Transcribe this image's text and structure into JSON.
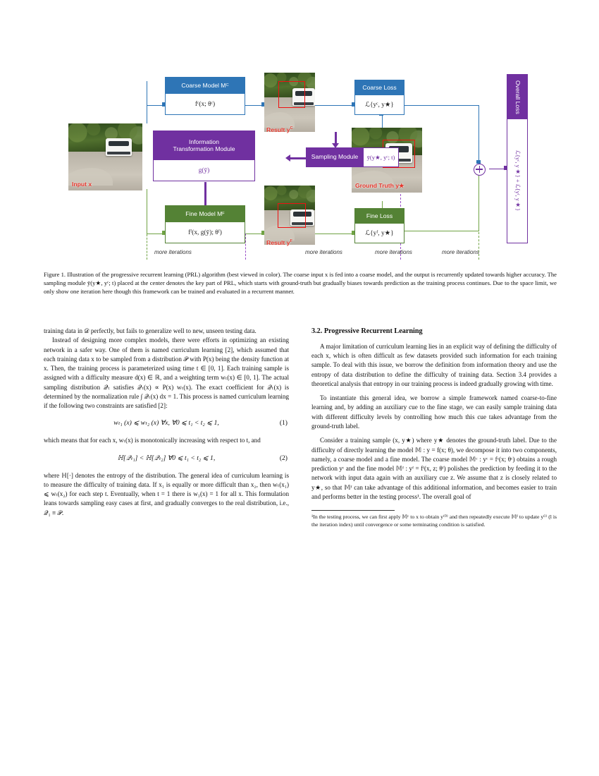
{
  "figure": {
    "boxes": {
      "coarse_model": {
        "header": "Coarse Model M",
        "header_sup": "C",
        "body": "fᶜ(x; θᶜ)",
        "color": "#2e75b6"
      },
      "fine_model": {
        "header": "Fine Model M",
        "header_sup": "F",
        "body": "fᶠ(x, g(ȳ); θᶠ)",
        "color": "#548235"
      },
      "info_transform": {
        "header": "Information\nTransformation Module",
        "body": "g(ȳ)",
        "color": "#7030a0"
      },
      "sampling_module": {
        "header": "Sampling Module",
        "body": "ȳ(y★, yᶜ; t)",
        "color": "#7030a0"
      },
      "coarse_loss": {
        "header": "Coarse Loss",
        "body": "ℒ{yᶜ, y★}",
        "color": "#2e75b6"
      },
      "fine_loss": {
        "header": "Fine Loss",
        "body": "ℒ{yᶠ, y★}",
        "color": "#548235"
      },
      "overall_loss": {
        "header": "Overall Loss",
        "body": "ℒ{yᶜ, y★} + ℒ{yᶠ, y★}",
        "color": "#7030a0"
      }
    },
    "image_labels": {
      "input": "Input x",
      "result_coarse": "Result y",
      "result_coarse_sup": "C",
      "result_fine": "Result y",
      "result_fine_sup": "F",
      "ground_truth": "Ground Truth y★"
    },
    "iteration_labels": [
      "more iterations",
      "more iterations",
      "more iterations",
      "more iterations"
    ],
    "plus_symbol": "⊕"
  },
  "caption": {
    "label": "Figure 1.",
    "text": "Illustration of the progressive recurrent learning (PRL) algorithm (best viewed in color). The coarse input x is fed into a coarse model, and the output is recurrently updated towards higher accuracy. The sampling module ȳ(y★, yᶜ; t) placed at the center denotes the key part of PRL, which starts with ground-truth but gradually biases towards prediction as the training process continues. Due to the space limit, we only show one iteration here though this framework can be trained and evaluated in a recurrent manner."
  },
  "left_column": {
    "para_cont": "training data in 𝒟 perfectly, but fails to generalize well to new, unseen testing data.",
    "para_2": "Instead of designing more complex models, there were efforts in optimizing an existing network in a safer way. One of them is named curriculum learning [2], which assumed that each training data x to be sampled from a distribution 𝒫 with P(x) being the density function at x. Then, the training process is parameterized using time t ∈ [0, 1]. Each training sample is assigned with a difficulty measure d(x) ∈ ℝ, and a weighting term wₜ(x) ∈ [0, 1]. The actual sampling distribution 𝒬ₜ satisfies 𝒬ₜ(x) ∝ P(x) wₜ(x). The exact coefficient for 𝒬ₜ(x) is determined by the normalization rule ∫ 𝒬ₜ(x) dx = 1. This process is named curriculum learning if the following two constraints are satisfied [2]:",
    "equation_1": "wₜ₁ (x) ⩽ wₜ₂ (x)   ∀x, ∀0 ⩽ t₁ < t₂ ⩽ 1,",
    "equation_1_num": "(1)",
    "para_3": "which means that for each x, wₜ(x) is monotonically increasing with respect to t, and",
    "equation_2": "ℍ[𝒬ₜ₁] < ℍ[𝒬ₜ₂]   ∀0 ⩽ t₁ < t₂ ⩽ 1,",
    "equation_2_num": "(2)",
    "para_4": "where ℍ[·] denotes the entropy of the distribution. The general idea of curriculum learning is to measure the difficulty of training data. If x₁ is equally or more difficult than x₂, then wₜ(x₁) ⩽ wₜ(x₂) for each step t. Eventually, when t = 1 there is w₁(x) = 1 for all x. This formulation leans towards sampling easy cases at first, and gradually converges to the real distribution, i.e., 𝒬₁ ≡ 𝒫."
  },
  "right_column": {
    "section_title": "3.2. Progressive Recurrent Learning",
    "para_1": "A major limitation of curriculum learning lies in an explicit way of defining the difficulty of each x, which is often difficult as few datasets provided such information for each training sample. To deal with this issue, we borrow the definition from information theory and use the entropy of data distribution to define the difficulty of training data. Section 3.4 provides a theoretical analysis that entropy in our training process is indeed gradually growing with time.",
    "para_2": "To instantiate this general idea, we borrow a simple framework named coarse-to-fine learning and, by adding an auxiliary cue to the fine stage, we can easily sample training data with different difficulty levels by controlling how much this cue takes advantage from the ground-truth label.",
    "para_3": "Consider a training sample (x, y★) where y★ denotes the ground-truth label. Due to the difficulty of directly learning the model 𝕄 : y = f(x; θ), we decompose it into two components, namely, a coarse model and a fine model. The coarse model 𝕄ᶜ : yᶜ = fᶜ(x; θᶜ) obtains a rough prediction yᶜ and the fine model 𝕄ᶠ : yᶠ = fᶠ(x, z; θᶠ) polishes the prediction by feeding it to the network with input data again with an auxiliary cue z. We assume that z is closely related to y★, so that 𝕄ᶠ can take advantage of this additional information, and becomes easier to train and performs better in the testing process¹. The overall goal of",
    "footnote": "¹In the testing process, we can first apply 𝕄ᶜ to x to obtain y⁽⁰⁾ and then repeatedly execute 𝕄ᶠ to update y⁽ˡ⁾ (l is the iteration index) until convergence or some terminating condition is satisfied."
  }
}
